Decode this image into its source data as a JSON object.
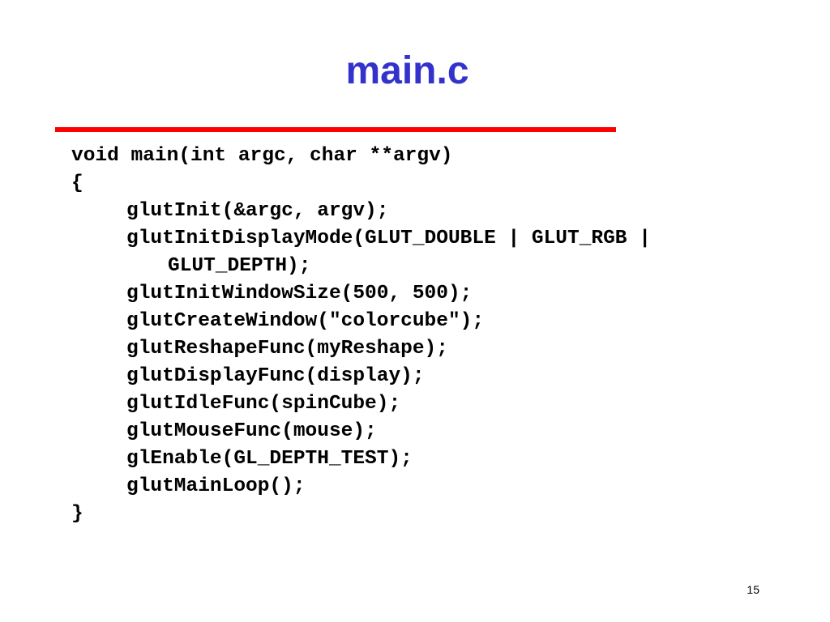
{
  "slide": {
    "title": "main.c",
    "rule_color": "#ff0000",
    "title_color": "#3333cc",
    "page_number": "15"
  },
  "code": {
    "lines": [
      "void main(int argc, char **argv)",
      "{",
      "glutInit(&argc, argv);",
      "glutInitDisplayMode(GLUT_DOUBLE | GLUT_RGB |",
      "GLUT_DEPTH);",
      "glutInitWindowSize(500, 500);",
      "glutCreateWindow(\"colorcube\");",
      "glutReshapeFunc(myReshape);",
      "glutDisplayFunc(display);",
      "glutIdleFunc(spinCube);",
      "glutMouseFunc(mouse);",
      "glEnable(GL_DEPTH_TEST);",
      "glutMainLoop();",
      "}"
    ]
  }
}
